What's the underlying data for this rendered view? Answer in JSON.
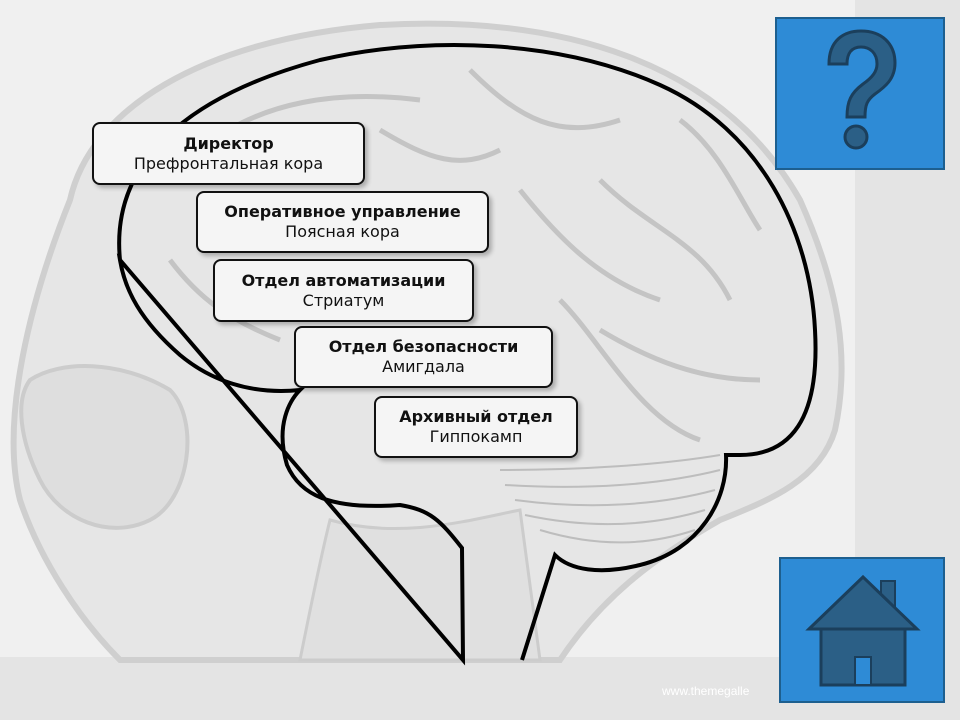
{
  "boxes": {
    "director": {
      "title": "Директор",
      "subtitle": "Префронтальная кора"
    },
    "operative": {
      "title": "Оперативное управление",
      "subtitle": "Поясная кора"
    },
    "automation": {
      "title": "Отдел автоматизации",
      "subtitle": "Стриатум"
    },
    "security": {
      "title": "Отдел безопасности",
      "subtitle": "Амигдала"
    },
    "archive": {
      "title": "Архивный отдел",
      "subtitle": "Гиппокамп"
    }
  },
  "buttons": {
    "help_icon": "question-mark-icon",
    "home_icon": "house-icon"
  },
  "colors": {
    "button_blue": "#2e8bd6",
    "icon_dark": "#2b5f86"
  },
  "watermark": "www.themegalle"
}
